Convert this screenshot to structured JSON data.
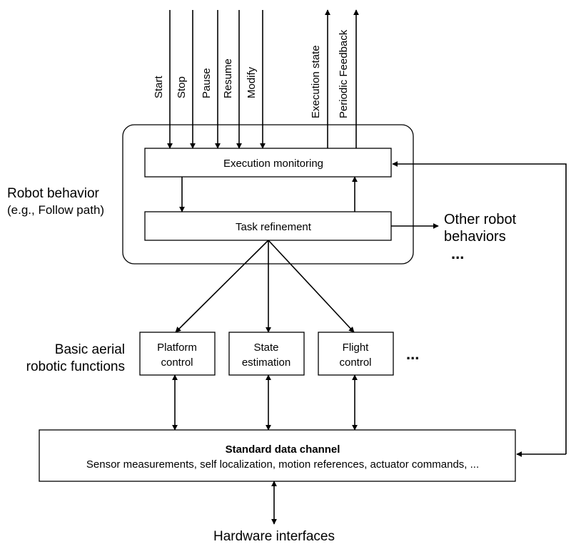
{
  "inputs": {
    "start": "Start",
    "stop": "Stop",
    "pause": "Pause",
    "resume": "Resume",
    "modify": "Modify"
  },
  "outputs": {
    "execution_state": "Execution state",
    "periodic_feedback": "Periodic Feedback"
  },
  "robot_behavior": {
    "label_line1": "Robot behavior",
    "label_line2": "(e.g., Follow path)",
    "execution_monitoring": "Execution monitoring",
    "task_refinement": "Task refinement"
  },
  "other_behaviors": {
    "line1": "Other robot",
    "line2": "behaviors",
    "ellipsis": "..."
  },
  "basic_functions": {
    "label_line1": "Basic aerial",
    "label_line2": "robotic functions",
    "platform_control_line1": "Platform",
    "platform_control_line2": "control",
    "state_estimation_line1": "State",
    "state_estimation_line2": "estimation",
    "flight_control_line1": "Flight",
    "flight_control_line2": "control",
    "ellipsis": "..."
  },
  "data_channel": {
    "title": "Standard data channel",
    "subtitle": "Sensor measurements, self localization, motion references, actuator commands, ..."
  },
  "hardware": {
    "label": "Hardware interfaces"
  }
}
